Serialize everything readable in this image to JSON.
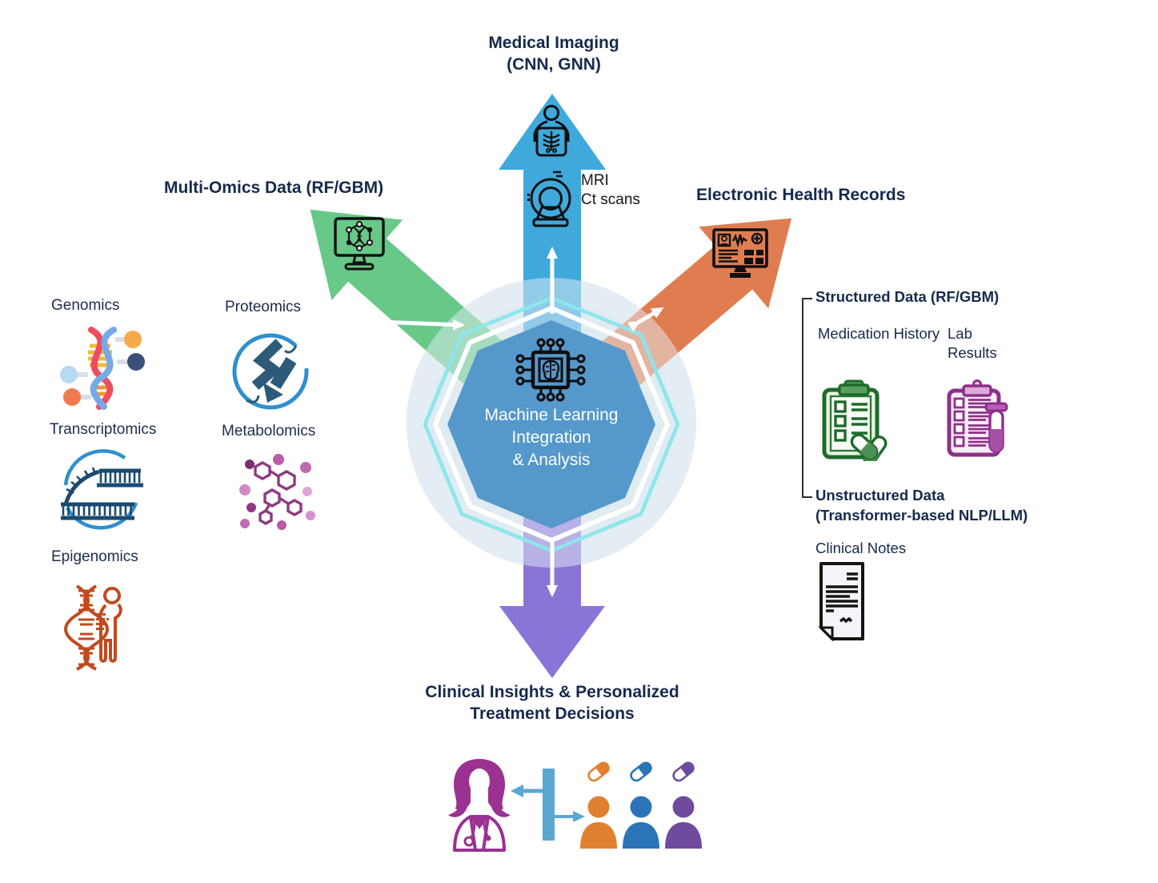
{
  "diagram": {
    "center": {
      "line1": "Machine Learning",
      "line2": "Integration",
      "line3": "& Analysis"
    },
    "medical_imaging": {
      "title": "Medical Imaging",
      "subtitle": "(CNN, GNN)",
      "caption1": "MRI",
      "caption2": "Ct scans"
    },
    "multi_omics": {
      "title": "Multi-Omics Data (RF/GBM)"
    },
    "ehr": {
      "title": "Electronic Health Records"
    },
    "clinical": {
      "title1": "Clinical Insights & Personalized",
      "title2": "Treatment Decisions"
    },
    "omics": {
      "genomics": "Genomics",
      "proteomics": "Proteomics",
      "transcriptomics": "Transcriptomics",
      "metabolomics": "Metabolomics",
      "epigenomics": "Epigenomics"
    },
    "ehr_detail": {
      "structured_title": "Structured Data (RF/GBM)",
      "medication_history": "Medication History",
      "lab": "Lab",
      "results": "Results",
      "unstructured_title1": "Unstructured Data",
      "unstructured_title2": "(Transformer-based NLP/LLM)",
      "clinical_notes": "Clinical Notes"
    }
  },
  "icons": {
    "center": "chip-brain-icon",
    "medical_imaging": [
      "xray-icon",
      "mri-scanner-icon"
    ],
    "multi_omics": "omics-network-monitor-icon",
    "ehr": "ehr-monitor-icon",
    "genomics": "dna-icon",
    "proteomics": "protein-ribbon-icon",
    "transcriptomics": "rna-strand-icon",
    "metabolomics": "molecules-icon",
    "epigenomics": "dna-person-icon",
    "medication_history": "clipboard-pills-icon",
    "lab_results": "clipboard-test-tube-icon",
    "clinical_notes": "document-icon",
    "clinical_outcome": [
      "doctor-icon",
      "treatment-split-bar",
      "patient-icon",
      "pill-icon"
    ]
  },
  "colors": {
    "title_text": "#16294d",
    "imaging_arrow": "#3fa9dc",
    "omics_arrow": "#67c888",
    "ehr_arrow": "#df7d51",
    "outcome_arrow": "#8b74d8",
    "octagon_fill": "#5598cb",
    "ring_cyan": "#8ce6ec",
    "ring_white": "#ffffff",
    "halo": "#e4edf3",
    "icon_dark": "#111111",
    "genomics_red": "#ee4d5f",
    "genomics_blue": "#76a9e8",
    "protein_blue": "#2e8fd0",
    "protein_dark": "#2d5a78",
    "rna_dark": "#1a4a70",
    "metabolomics_purple": "#8e3a82",
    "epigenomics_orange": "#c2491e",
    "clipboard_green": "#1d6b2a",
    "clipboard_purple": "#8e2f8a",
    "doctor_magenta": "#9b3191",
    "patient_orange": "#e0812f",
    "patient_blue": "#2b74b8",
    "patient_purple": "#6f4b9e",
    "split_bar_blue": "#5ba7d4"
  }
}
